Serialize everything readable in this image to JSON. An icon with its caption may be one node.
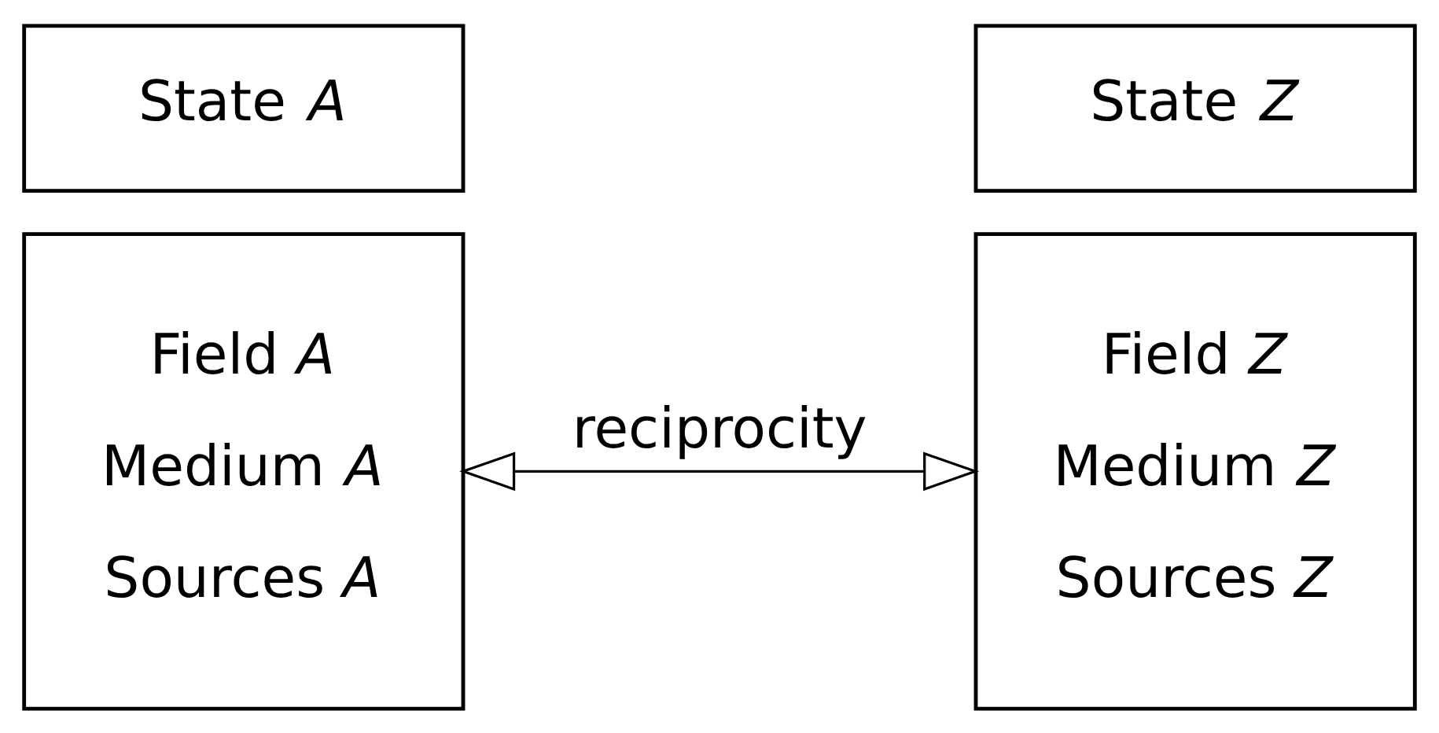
{
  "diagram": {
    "nodes": [
      {
        "text": [
          "State *A*"
        ]
      },
      {
        "text": [
          "Field *A*",
          "Medium *A*",
          "Sources *A*"
        ]
      },
      {
        "text": [
          "State *Z*"
        ]
      },
      {
        "text": [
          "Field *Z*",
          "Medium *Z*",
          "Sources *Z*"
        ]
      }
    ],
    "edges": [
      {
        "from": 1,
        "to": 3,
        "arrow": "both",
        "label": "reciprocity"
      }
    ]
  }
}
